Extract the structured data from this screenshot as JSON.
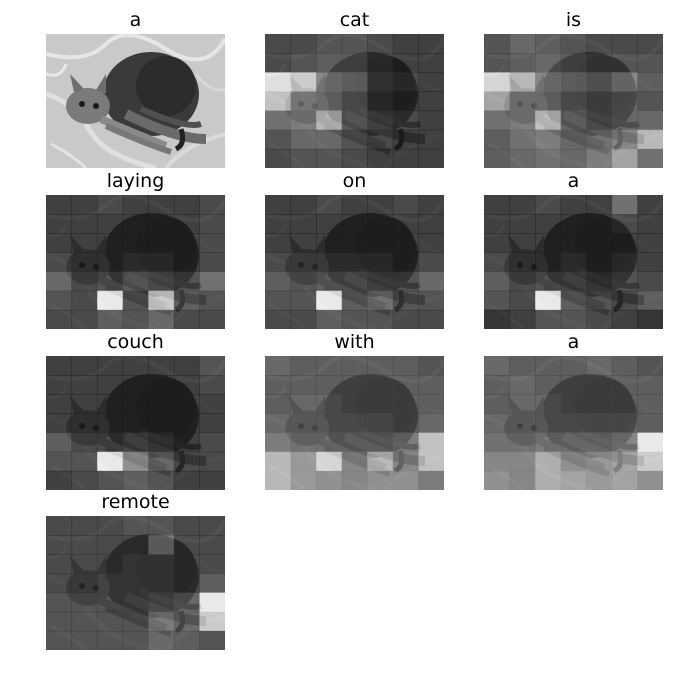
{
  "panels": [
    {
      "word": "a",
      "heat": null
    },
    {
      "word": "cat",
      "heat": [
        [
          0.15,
          0.15,
          0.2,
          0.2,
          0.15,
          0.1,
          0.1
        ],
        [
          0.15,
          0.2,
          0.25,
          0.25,
          0.15,
          0.1,
          0.1
        ],
        [
          0.9,
          0.8,
          0.45,
          0.4,
          0.2,
          0.15,
          0.1
        ],
        [
          0.75,
          0.45,
          0.4,
          0.3,
          0.15,
          0.1,
          0.1
        ],
        [
          0.35,
          0.4,
          0.7,
          0.3,
          0.2,
          0.15,
          0.1
        ],
        [
          0.2,
          0.3,
          0.3,
          0.2,
          0.15,
          0.1,
          0.1
        ],
        [
          0.15,
          0.2,
          0.2,
          0.15,
          0.1,
          0.1,
          0.1
        ]
      ]
    },
    {
      "word": "is",
      "heat": [
        [
          0.2,
          0.3,
          0.25,
          0.2,
          0.15,
          0.15,
          0.15
        ],
        [
          0.2,
          0.25,
          0.3,
          0.25,
          0.2,
          0.2,
          0.2
        ],
        [
          0.85,
          0.7,
          0.45,
          0.4,
          0.35,
          0.45,
          0.25
        ],
        [
          0.6,
          0.4,
          0.4,
          0.3,
          0.25,
          0.3,
          0.2
        ],
        [
          0.35,
          0.4,
          0.75,
          0.35,
          0.25,
          0.3,
          0.3
        ],
        [
          0.25,
          0.35,
          0.4,
          0.3,
          0.35,
          0.45,
          0.7
        ],
        [
          0.25,
          0.3,
          0.35,
          0.3,
          0.4,
          0.6,
          0.35
        ]
      ]
    },
    {
      "word": "laying",
      "heat": [
        [
          0.1,
          0.1,
          0.15,
          0.1,
          0.1,
          0.1,
          0.15
        ],
        [
          0.1,
          0.1,
          0.1,
          0.1,
          0.1,
          0.1,
          0.15
        ],
        [
          0.1,
          0.1,
          0.1,
          0.1,
          0.1,
          0.1,
          0.15
        ],
        [
          0.15,
          0.1,
          0.1,
          0.15,
          0.15,
          0.1,
          0.15
        ],
        [
          0.3,
          0.15,
          0.2,
          0.3,
          0.25,
          0.2,
          0.35
        ],
        [
          0.2,
          0.15,
          0.95,
          0.2,
          0.8,
          0.25,
          0.2
        ],
        [
          0.15,
          0.15,
          0.25,
          0.2,
          0.3,
          0.15,
          0.15
        ]
      ]
    },
    {
      "word": "on",
      "heat": [
        [
          0.1,
          0.1,
          0.15,
          0.1,
          0.1,
          0.15,
          0.1
        ],
        [
          0.1,
          0.1,
          0.1,
          0.1,
          0.1,
          0.1,
          0.1
        ],
        [
          0.1,
          0.1,
          0.1,
          0.1,
          0.1,
          0.1,
          0.1
        ],
        [
          0.15,
          0.15,
          0.15,
          0.15,
          0.15,
          0.1,
          0.15
        ],
        [
          0.25,
          0.2,
          0.25,
          0.25,
          0.2,
          0.2,
          0.3
        ],
        [
          0.2,
          0.2,
          0.95,
          0.25,
          0.35,
          0.2,
          0.2
        ],
        [
          0.15,
          0.15,
          0.25,
          0.2,
          0.2,
          0.15,
          0.15
        ]
      ]
    },
    {
      "word": "a",
      "heat": [
        [
          0.1,
          0.1,
          0.15,
          0.1,
          0.1,
          0.35,
          0.1
        ],
        [
          0.1,
          0.1,
          0.1,
          0.1,
          0.1,
          0.15,
          0.1
        ],
        [
          0.1,
          0.1,
          0.1,
          0.1,
          0.1,
          0.1,
          0.1
        ],
        [
          0.15,
          0.1,
          0.1,
          0.15,
          0.1,
          0.15,
          0.1
        ],
        [
          0.25,
          0.15,
          0.2,
          0.2,
          0.15,
          0.2,
          0.15
        ],
        [
          0.2,
          0.15,
          0.95,
          0.25,
          0.2,
          0.15,
          0.25
        ],
        [
          0.05,
          0.1,
          0.2,
          0.2,
          0.15,
          0.1,
          0.05
        ]
      ]
    },
    {
      "word": "couch",
      "heat": [
        [
          0.1,
          0.1,
          0.1,
          0.1,
          0.1,
          0.1,
          0.2
        ],
        [
          0.1,
          0.1,
          0.1,
          0.1,
          0.1,
          0.1,
          0.15
        ],
        [
          0.1,
          0.1,
          0.1,
          0.1,
          0.1,
          0.1,
          0.1
        ],
        [
          0.1,
          0.1,
          0.1,
          0.1,
          0.1,
          0.1,
          0.1
        ],
        [
          0.25,
          0.15,
          0.15,
          0.2,
          0.15,
          0.1,
          0.15
        ],
        [
          0.2,
          0.2,
          0.95,
          0.5,
          0.3,
          0.15,
          0.15
        ],
        [
          0.1,
          0.15,
          0.2,
          0.25,
          0.2,
          0.1,
          0.1
        ]
      ]
    },
    {
      "word": "with",
      "heat": [
        [
          0.3,
          0.25,
          0.25,
          0.25,
          0.25,
          0.25,
          0.2
        ],
        [
          0.25,
          0.25,
          0.25,
          0.25,
          0.25,
          0.25,
          0.25
        ],
        [
          0.25,
          0.3,
          0.3,
          0.25,
          0.25,
          0.25,
          0.25
        ],
        [
          0.3,
          0.3,
          0.3,
          0.3,
          0.3,
          0.25,
          0.3
        ],
        [
          0.4,
          0.35,
          0.35,
          0.35,
          0.35,
          0.4,
          0.75
        ],
        [
          0.7,
          0.55,
          0.85,
          0.45,
          0.7,
          0.45,
          0.75
        ],
        [
          0.7,
          0.55,
          0.5,
          0.45,
          0.5,
          0.5,
          0.4
        ]
      ]
    },
    {
      "word": "a",
      "heat": [
        [
          0.3,
          0.25,
          0.25,
          0.25,
          0.3,
          0.25,
          0.2
        ],
        [
          0.25,
          0.3,
          0.25,
          0.25,
          0.25,
          0.25,
          0.25
        ],
        [
          0.25,
          0.3,
          0.3,
          0.25,
          0.25,
          0.25,
          0.25
        ],
        [
          0.3,
          0.3,
          0.3,
          0.3,
          0.3,
          0.3,
          0.25
        ],
        [
          0.35,
          0.35,
          0.4,
          0.4,
          0.4,
          0.45,
          0.95
        ],
        [
          0.45,
          0.45,
          0.65,
          0.5,
          0.55,
          0.6,
          0.8
        ],
        [
          0.5,
          0.45,
          0.65,
          0.6,
          0.55,
          0.6,
          0.5
        ]
      ]
    },
    {
      "word": "remote",
      "heat": [
        [
          0.15,
          0.15,
          0.15,
          0.2,
          0.2,
          0.15,
          0.15
        ],
        [
          0.15,
          0.15,
          0.15,
          0.15,
          0.4,
          0.15,
          0.15
        ],
        [
          0.15,
          0.15,
          0.15,
          0.2,
          0.2,
          0.15,
          0.15
        ],
        [
          0.15,
          0.15,
          0.2,
          0.2,
          0.2,
          0.15,
          0.25
        ],
        [
          0.2,
          0.2,
          0.2,
          0.2,
          0.25,
          0.3,
          0.95
        ],
        [
          0.2,
          0.2,
          0.2,
          0.2,
          0.4,
          0.3,
          0.8
        ],
        [
          0.2,
          0.2,
          0.2,
          0.2,
          0.3,
          0.25,
          0.2
        ]
      ]
    }
  ]
}
